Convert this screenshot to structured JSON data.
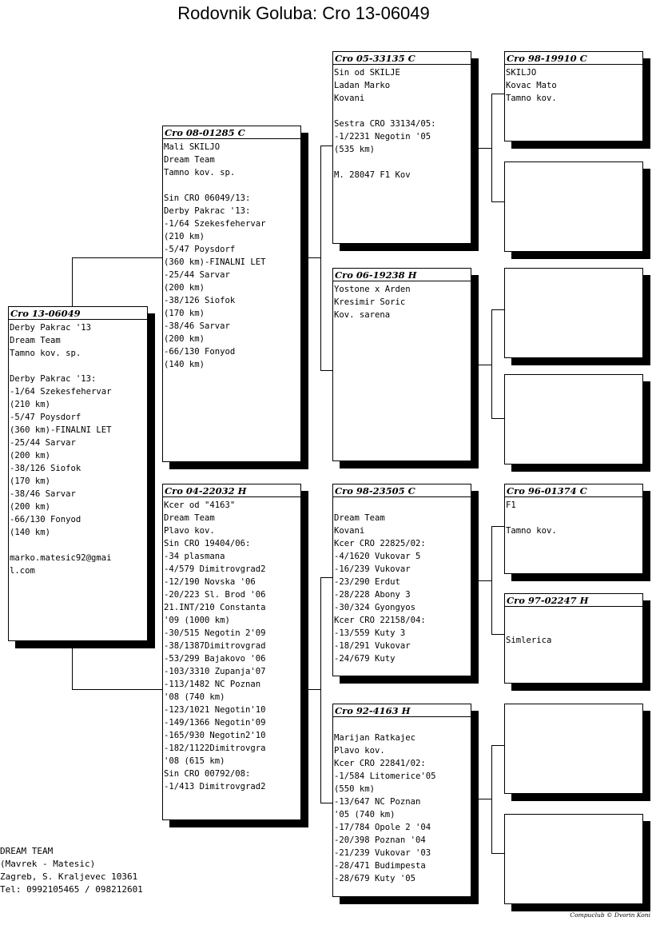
{
  "title": "Rodovnik Goluba: Cro 13-06049",
  "pigeons": {
    "subject": {
      "ring": "Cro 13-06049",
      "lines": [
        "Derby Pakrac '13",
        "Dream Team",
        "Tamno kov. sp.",
        "",
        "Derby Pakrac '13:",
        "-1/64 Szekesfehervar",
        "(210 km)",
        "-5/47 Poysdorf",
        "(360 km)-FINALNI LET",
        "-25/44 Sarvar",
        "(200 km)",
        "-38/126 Siofok",
        "(170 km)",
        "-38/46 Sarvar",
        "(200 km)",
        "-66/130 Fonyod",
        "(140 km)",
        "",
        "marko.matesic92@gmai",
        "l.com"
      ]
    },
    "sire": {
      "ring": "Cro 08-01285 C",
      "lines": [
        "Mali SKILJO",
        "Dream Team",
        "Tamno kov. sp.",
        "",
        "Sin CRO 06049/13:",
        "Derby Pakrac '13:",
        "-1/64 Szekesfehervar",
        "(210 km)",
        "-5/47 Poysdorf",
        "(360 km)-FINALNI LET",
        "-25/44 Sarvar",
        "(200 km)",
        "-38/126 Siofok",
        "(170 km)",
        "-38/46 Sarvar",
        "(200 km)",
        "-66/130 Fonyod",
        "(140 km)"
      ]
    },
    "dam": {
      "ring": "Cro 04-22032 H",
      "lines": [
        "Kcer od \"4163\"",
        "Dream Team",
        "Plavo kov.",
        "Sin CRO 19404/06:",
        "-34 plasmana",
        "-4/579 Dimitrovgrad2",
        "-12/190 Novska '06",
        "-20/223 Sl. Brod '06",
        "21.INT/210 Constanta",
        "'09 (1000 km)",
        "-30/515 Negotin 2'09",
        "-38/1387Dimitrovgrad",
        "-53/299 Bajakovo '06",
        "-103/3310 Zupanja'07",
        "-113/1482 NC Poznan",
        "'08 (740 km)",
        "-123/1021 Negotin'10",
        "-149/1366 Negotin'09",
        "-165/930 Negotin2'10",
        "-182/1122Dimitrovgra",
        "'08 (615 km)",
        "Sin CRO 00792/08:",
        "-1/413 Dimitrovgrad2"
      ]
    },
    "sire_sire": {
      "ring": "Cro 05-33135 C",
      "lines": [
        "Sin od SKILJE",
        "Ladan Marko",
        "Kovani",
        "",
        "Sestra CRO 33134/05:",
        "-1/2231 Negotin '05",
        "(535 km)",
        "",
        "M. 28047 F1 Kov"
      ]
    },
    "sire_dam": {
      "ring": "Cro 06-19238 H",
      "lines": [
        "Yostone x Arden",
        "Kresimir Soric",
        "Kov. sarena"
      ]
    },
    "dam_sire": {
      "ring": "Cro 98-23505 C",
      "lines": [
        "",
        "Dream Team",
        "Kovani",
        "Kcer CRO 22825/02:",
        "-4/1620 Vukovar 5",
        "-16/239 Vukovar",
        "-23/290 Erdut",
        "-28/228 Abony 3",
        "-30/324 Gyongyos",
        "Kcer CRO 22158/04:",
        "-13/559 Kuty 3",
        "-18/291 Vukovar",
        "-24/679 Kuty"
      ]
    },
    "dam_dam": {
      "ring": "Cro 92-4163 H",
      "lines": [
        "",
        "Marijan Ratkajec",
        "Plavo kov.",
        "Kcer CRO 22841/02:",
        "-1/584 Litomerice'05",
        "(550 km)",
        "-13/647 NC Poznan",
        "'05 (740 km)",
        "-17/784 Opole 2 '04",
        "-20/398 Poznan '04",
        "-21/239 Vukovar '03",
        "-28/471 Budimpesta",
        "-28/679 Kuty '05"
      ]
    },
    "ss_sire": {
      "ring": "Cro 98-19910 C",
      "lines": [
        "SKILJO",
        "Kovac Mato",
        "Tamno kov."
      ]
    },
    "ss_dam": {
      "ring": "",
      "lines": []
    },
    "sd_sire": {
      "ring": "",
      "lines": []
    },
    "sd_dam": {
      "ring": "",
      "lines": []
    },
    "ds_sire": {
      "ring": "Cro 96-01374 C",
      "lines": [
        "F1",
        "",
        "Tamno kov."
      ]
    },
    "ds_dam": {
      "ring": "Cro 97-02247 H",
      "lines": [
        "",
        "",
        "Simlerica"
      ]
    },
    "dd_sire": {
      "ring": "",
      "lines": []
    },
    "dd_dam": {
      "ring": "",
      "lines": []
    }
  },
  "footer": {
    "lines": [
      "DREAM TEAM",
      "(Mavrek - Matesic)",
      "Zagreb, S. Kraljevec 10361",
      "Tel: 0992105465 / 098212601"
    ]
  },
  "credit": "Compuclub © Dvorin Koni"
}
